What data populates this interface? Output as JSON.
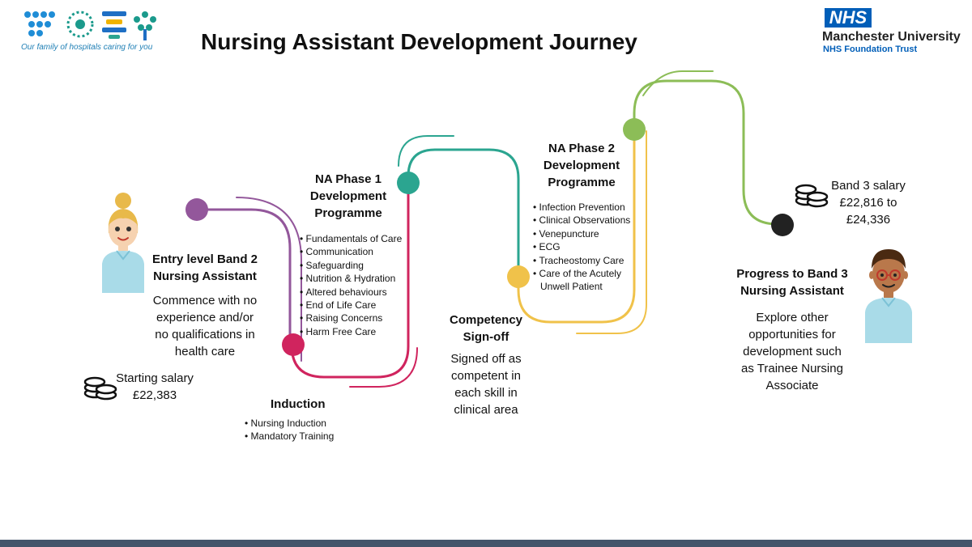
{
  "header": {
    "title": "Nursing Assistant Development Journey",
    "tagline": "Our family of hospitals caring for you",
    "nhs_badge": "NHS",
    "org_name": "Manchester University",
    "org_trust": "NHS Foundation Trust"
  },
  "entry": {
    "title_lines": [
      "Entry level Band 2",
      "Nursing Assistant"
    ],
    "desc_lines": [
      "Commence with no",
      "experience and/or",
      "no qualifications in",
      "health care"
    ],
    "salary_lines": [
      "Starting salary",
      "£22,383"
    ]
  },
  "induction": {
    "title": "Induction",
    "items": [
      "Nursing Induction",
      "Mandatory Training"
    ]
  },
  "phase1": {
    "title_lines": [
      "NA Phase 1",
      "Development",
      "Programme"
    ],
    "items": [
      "Fundamentals of Care",
      "Communication",
      "Safeguarding",
      "Nutrition & Hydration",
      "Altered behaviours",
      "End of Life Care",
      "Raising Concerns",
      "Harm Free Care"
    ]
  },
  "competency": {
    "title_lines": [
      "Competency",
      "Sign-off"
    ],
    "desc_lines": [
      "Signed off as",
      "competent in",
      "each skill in",
      "clinical area"
    ]
  },
  "phase2": {
    "title_lines": [
      "NA Phase 2",
      "Development",
      "Programme"
    ],
    "items": [
      "Infection Prevention",
      "Clinical Observations",
      "Venepuncture",
      "ECG",
      "Tracheostomy Care",
      "Care of the Acutely",
      "Unwell Patient"
    ]
  },
  "band3": {
    "salary_lines": [
      "Band 3 salary",
      "£22,816 to",
      "£24,336"
    ],
    "title_lines": [
      "Progress to Band 3",
      "Nursing Assistant"
    ],
    "desc_lines": [
      "Explore other",
      "opportunities for",
      "development such",
      "as Trainee Nursing",
      "Associate"
    ]
  },
  "colors": {
    "purple": "#93579b",
    "magenta": "#d0245e",
    "teal": "#2ba590",
    "yellow": "#f0c24a",
    "green": "#8cbd57",
    "dark": "#222222",
    "nhs_blue": "#005eb8"
  },
  "icons": {
    "logo": "hospital-family-logo",
    "coins": "coin-stack-icon",
    "nurse_female": "nurse-avatar-female",
    "nurse_male": "nurse-avatar-male"
  }
}
